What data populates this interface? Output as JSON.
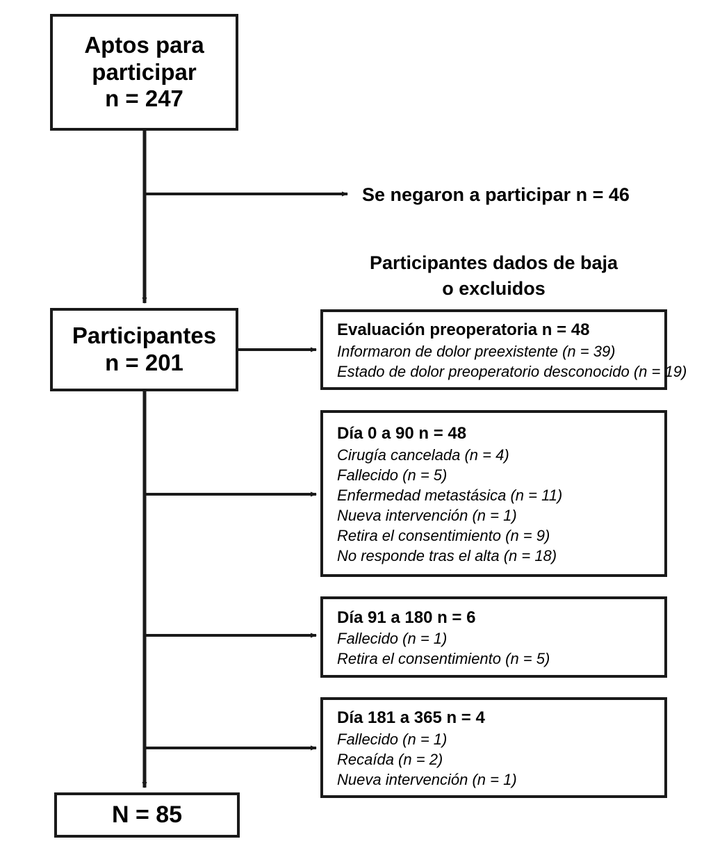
{
  "diagram": {
    "title": "Diagrama de flujo de participantes del estudio",
    "language": "es",
    "nodes": {
      "eligible": {
        "line1": "Aptos para",
        "line2": "participar",
        "line3": "n = 247"
      },
      "participants": {
        "line1": "Participantes",
        "line2": "n = 201"
      },
      "final": {
        "line1": "N = 85"
      }
    },
    "labels": {
      "refused": "Se negaron a participar n = 46",
      "excluded_header_line1": "Participantes dados de baja",
      "excluded_header_line2": "o excluidos"
    },
    "exclusions": [
      {
        "title": "Evaluación preoperatoria n = 48",
        "items": [
          "Informaron de dolor preexistente (n = 39)",
          "Estado de dolor preoperatorio desconocido (n = 19)"
        ]
      },
      {
        "title": "Día 0 a 90 n = 48",
        "items": [
          "Cirugía cancelada (n = 4)",
          "Fallecido (n = 5)",
          "Enfermedad metastásica (n = 11)",
          "Nueva intervención (n = 1)",
          "Retira el consentimiento (n = 9)",
          "No responde tras el alta (n = 18)"
        ]
      },
      {
        "title": "Día 91 a 180 n = 6",
        "items": [
          "Fallecido (n = 1)",
          "Retira el consentimiento (n = 5)"
        ]
      },
      {
        "title": "Día 181 a 365 n = 4",
        "items": [
          "Fallecido (n = 1)",
          "Recaída (n = 2)",
          "Nueva intervención (n = 1)"
        ]
      }
    ],
    "colors": {
      "stroke": "#1a1a1a",
      "background": "#ffffff",
      "text": "#000000"
    }
  }
}
